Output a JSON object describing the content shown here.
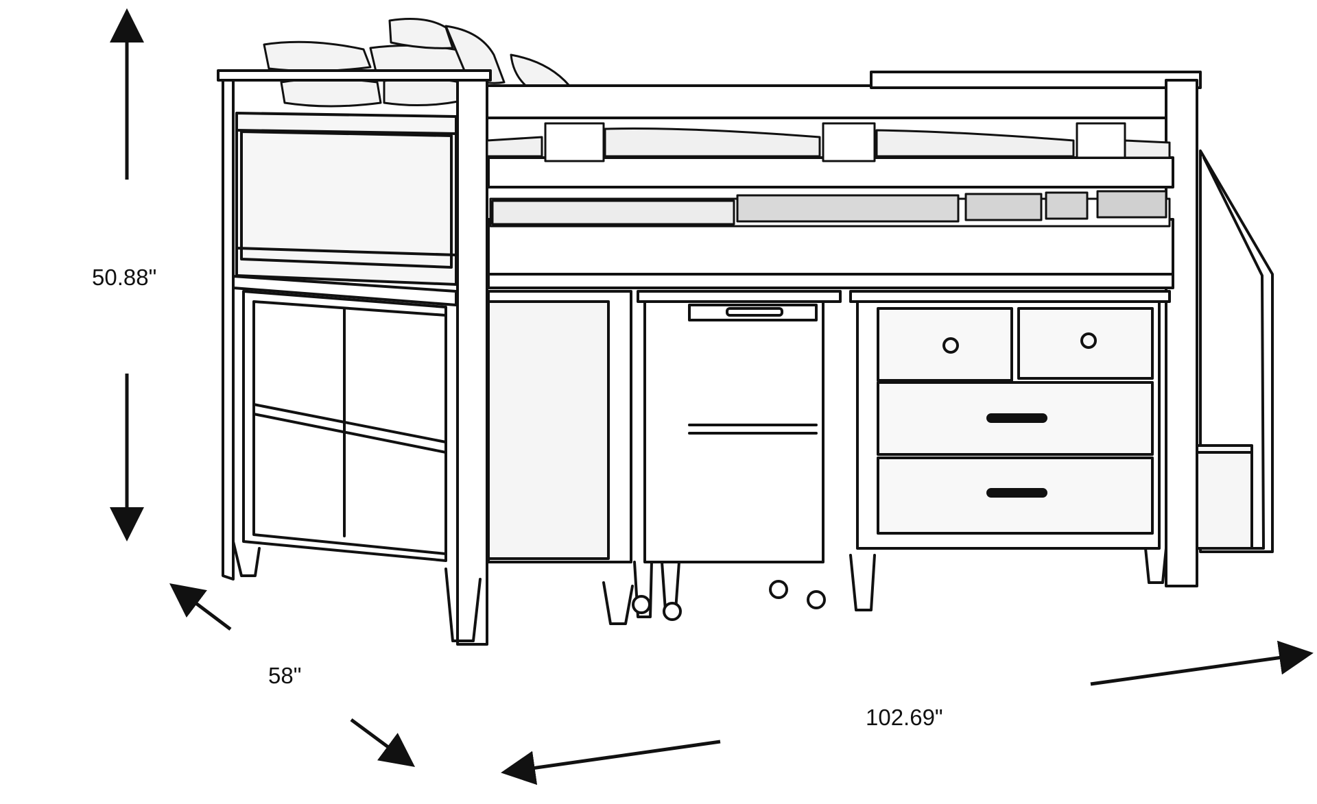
{
  "dimensions": {
    "height": "50.88\"",
    "depth": "58\"",
    "width": "102.69\""
  },
  "colors": {
    "line": "#111111",
    "background": "#ffffff",
    "panel": "#f4f4f4"
  }
}
